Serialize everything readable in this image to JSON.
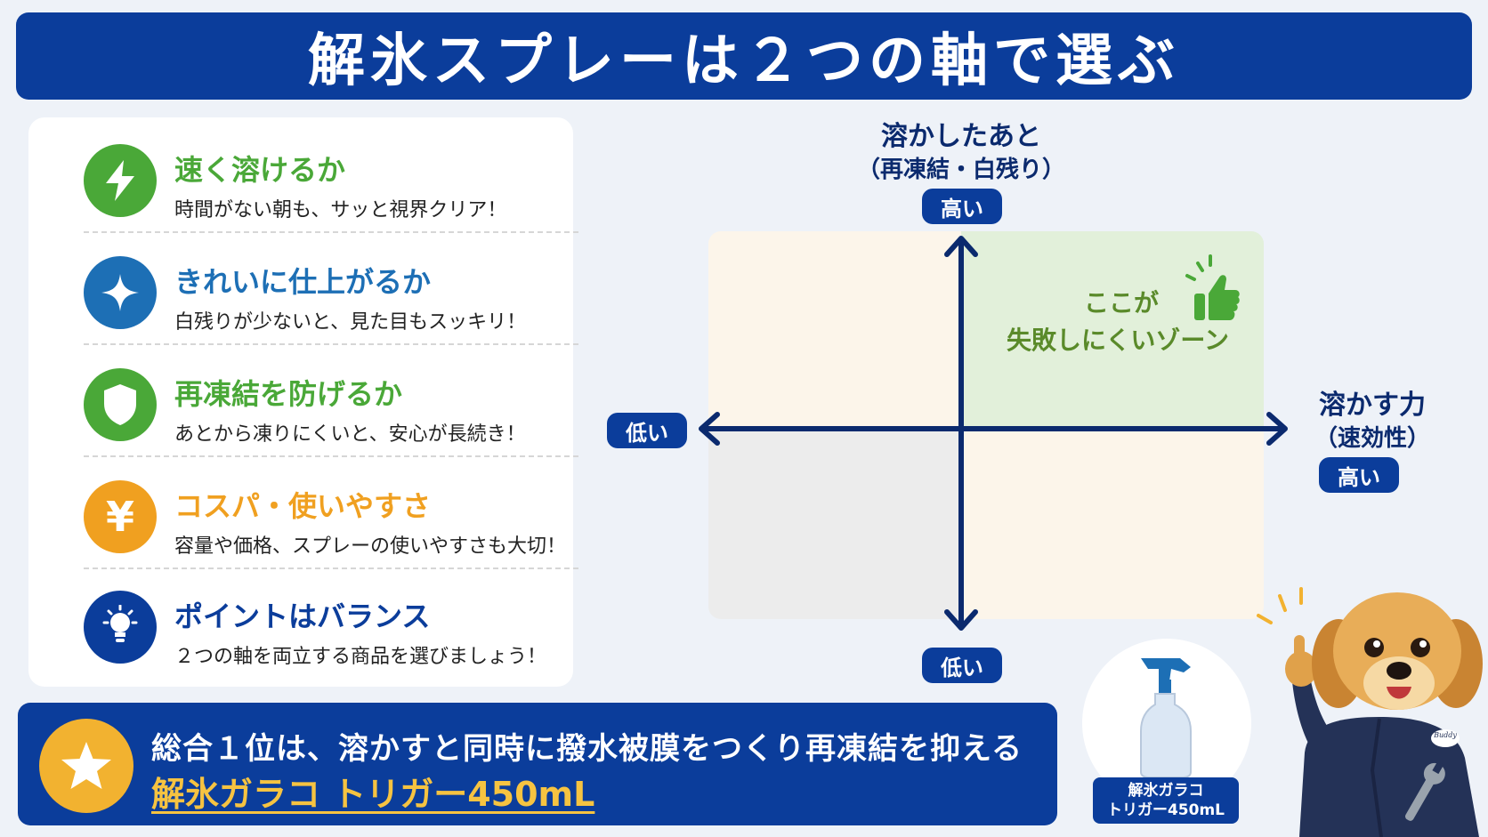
{
  "title": "解氷スプレーは２つの軸で選ぶ",
  "points": [
    {
      "title": "速く溶けるか",
      "desc": "時間がない朝も、サッと視界クリア！",
      "color": "#4aa838",
      "icon": "lightning-icon"
    },
    {
      "title": "きれいに仕上がるか",
      "desc": "白残りが少ないと、見た目もスッキリ！",
      "color": "#1d6fb5",
      "icon": "sparkle-icon"
    },
    {
      "title": "再凍結を防げるか",
      "desc": "あとから凍りにくいと、安心が長続き！",
      "color": "#4aa838",
      "icon": "shield-icon"
    },
    {
      "title": "コスパ・使いやすさ",
      "desc": "容量や価格、スプレーの使いやすさも大切！",
      "color": "#f0a020",
      "icon": "yen-icon"
    },
    {
      "title": "ポイントはバランス",
      "desc": "２つの軸を両立する商品を選びましょう！",
      "color": "#0b3d9b",
      "icon": "lightbulb-icon"
    }
  ],
  "chart": {
    "y_axis_title": "溶かしたあと",
    "y_axis_sub": "（再凍結・白残り）",
    "y_high": "高い",
    "y_low": "低い",
    "x_axis_title": "溶かす力",
    "x_axis_sub": "（速効性）",
    "x_high": "高い",
    "x_low": "低い",
    "zone_line1": "ここが",
    "zone_line2": "失敗しにくいゾーン",
    "zone_icon": "thumbs-up-icon"
  },
  "summary": {
    "line1": "総合１位は、溶かすと同時に撥水被膜をつくり再凍結を抑える",
    "product": "解氷ガラコ トリガー450mL"
  },
  "bottle": {
    "label_line1": "解氷ガラコ",
    "label_line2": "トリガー450mL"
  },
  "mascot": {
    "badge_text": "Buddy"
  },
  "colors": {
    "navy": "#0b3d9b",
    "green": "#4aa838",
    "blue": "#1d6fb5",
    "orange": "#f0a020",
    "gold": "#f2b230"
  }
}
